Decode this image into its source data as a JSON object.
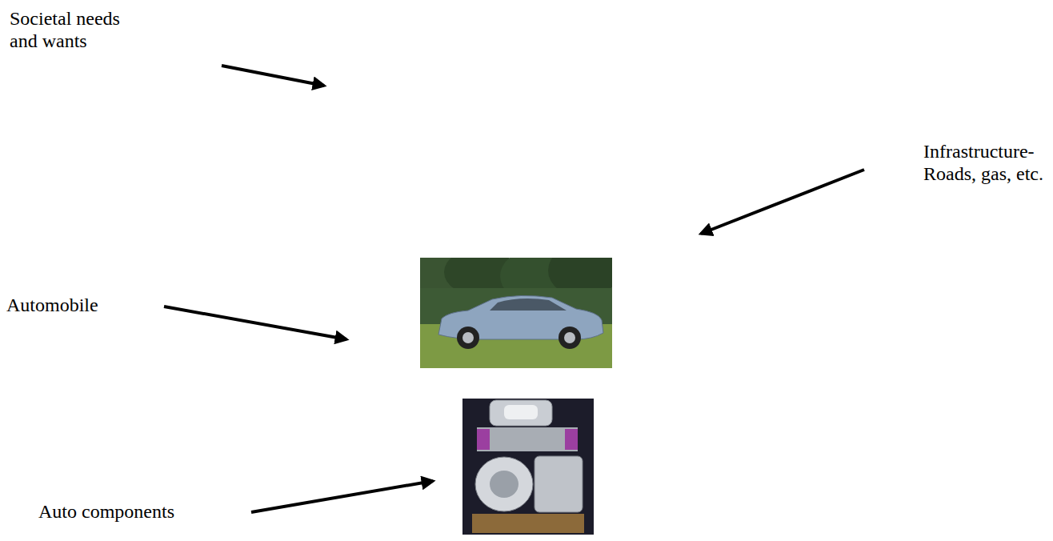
{
  "diagram": {
    "nodes": [
      {
        "text": [
          "Societal needs and wants"
        ]
      },
      {
        "text": [
          "Infrastructure- Roads, gas, etc."
        ],
        "in": 0
      },
      {
        "text": [
          "Automobile"
        ],
        "in": 1
      },
      {
        "text": [
          "Auto components"
        ],
        "in": 2
      }
    ]
  }
}
